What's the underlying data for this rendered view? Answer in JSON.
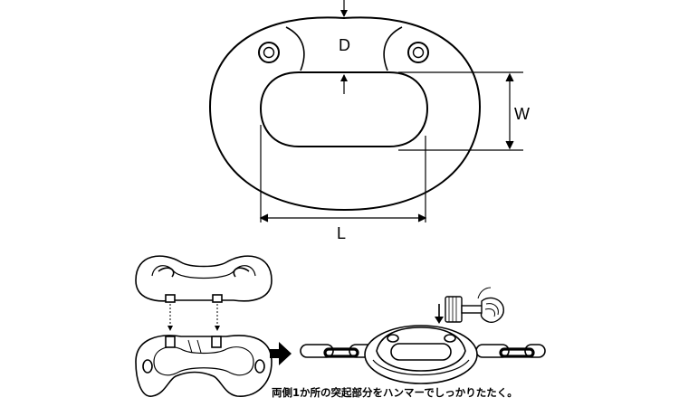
{
  "dimensions": {
    "d": "D",
    "w": "W",
    "l": "L"
  },
  "caption": "両側1か所の突起部分をハンマーでしっかりたたく。",
  "icons": [
    "arrow-right-icon",
    "hammer-icon",
    "arrow-down-icon"
  ]
}
